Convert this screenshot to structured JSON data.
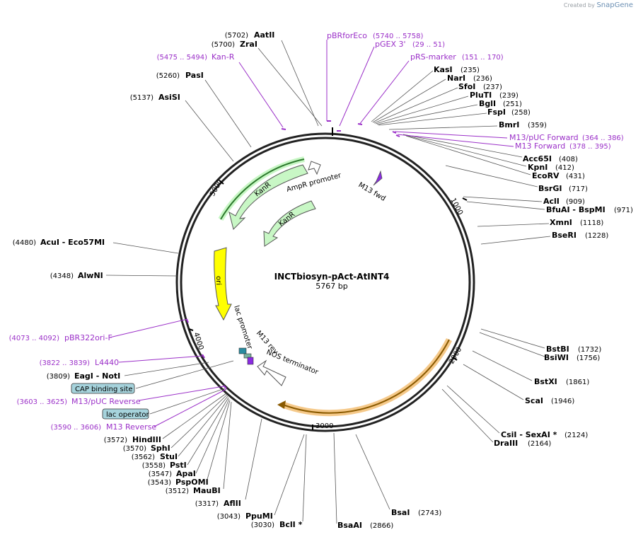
{
  "brand": {
    "created_by": "Created by",
    "product": "SnapGene"
  },
  "plasmid": {
    "name": "INCTbiosyn-pAct-AtINT4",
    "length": 5767,
    "length_label": "5767 bp"
  },
  "colors": {
    "enzyme": "#000000",
    "primer": "#9b30c8",
    "kanr": "#c8f7c5",
    "kanr_edge": "#2d7a2d",
    "ori": "#ffff00",
    "promoter": "#ffffff",
    "feature_box": "#a6d3dc",
    "orange": "#f0b060"
  },
  "ticks": [
    "1000",
    "2000",
    "3000",
    "4000",
    "5000"
  ],
  "enzymes": [
    {
      "name": "AatII",
      "pos": "(5702)"
    },
    {
      "name": "ZraI",
      "pos": "(5700)"
    },
    {
      "name": "PasI",
      "pos": "(5260)"
    },
    {
      "name": "AsiSI",
      "pos": "(5137)"
    },
    {
      "name": "KasI",
      "pos": "(235)"
    },
    {
      "name": "NarI",
      "pos": "(236)"
    },
    {
      "name": "SfoI",
      "pos": "(237)"
    },
    {
      "name": "PluTI",
      "pos": "(239)"
    },
    {
      "name": "BglI",
      "pos": "(251)"
    },
    {
      "name": "FspI",
      "pos": "(258)"
    },
    {
      "name": "BmrI",
      "pos": "(359)"
    },
    {
      "name": "Acc65I",
      "pos": "(408)"
    },
    {
      "name": "KpnI",
      "pos": "(412)"
    },
    {
      "name": "EcoRV",
      "pos": "(431)"
    },
    {
      "name": "BsrGI",
      "pos": "(717)"
    },
    {
      "name": "AclI",
      "pos": "(909)"
    },
    {
      "name": "BfuAI  - BspMI",
      "pos": "(971)"
    },
    {
      "name": "XmnI",
      "pos": "(1118)"
    },
    {
      "name": "BseRI",
      "pos": "(1228)"
    },
    {
      "name": "AcuI  - Eco57MI",
      "pos": "(4480)"
    },
    {
      "name": "AlwNI",
      "pos": "(4348)"
    },
    {
      "name": "BstBI",
      "pos": "(1732)"
    },
    {
      "name": "BsiWI",
      "pos": "(1756)"
    },
    {
      "name": "BstXI",
      "pos": "(1861)"
    },
    {
      "name": "ScaI",
      "pos": "(1946)"
    },
    {
      "name": "CsiI  - SexAI *",
      "pos": "(2124)"
    },
    {
      "name": "DraIII",
      "pos": "(2164)"
    },
    {
      "name": "EagI  - NotI",
      "pos": "(3809)"
    },
    {
      "name": "HindIII",
      "pos": "(3572)"
    },
    {
      "name": "SphI",
      "pos": "(3570)"
    },
    {
      "name": "StuI",
      "pos": "(3562)"
    },
    {
      "name": "PstI",
      "pos": "(3558)"
    },
    {
      "name": "ApaI",
      "pos": "(3547)"
    },
    {
      "name": "PspOMI",
      "pos": "(3543)"
    },
    {
      "name": "MauBI",
      "pos": "(3512)"
    },
    {
      "name": "AflII",
      "pos": "(3317)"
    },
    {
      "name": "PpuMI",
      "pos": "(3043)"
    },
    {
      "name": "BclI *",
      "pos": "(3030)"
    },
    {
      "name": "BsaAI",
      "pos": "(2866)"
    },
    {
      "name": "BsaI",
      "pos": "(2743)"
    }
  ],
  "primers": [
    {
      "name": "pBRforEco",
      "pos": "(5740 .. 5758)"
    },
    {
      "name": "pGEX 3'",
      "pos": "(29 .. 51)"
    },
    {
      "name": "pRS-marker",
      "pos": "(151 .. 170)"
    },
    {
      "name": "Kan-R",
      "pos": "(5475 .. 5494)"
    },
    {
      "name": "M13/pUC Forward",
      "pos": "(364 .. 386)"
    },
    {
      "name": "M13 Forward",
      "pos": "(378 .. 395)"
    },
    {
      "name": "pBR322ori-F",
      "pos": "(4073 .. 4092)"
    },
    {
      "name": "L4440",
      "pos": "(3822 .. 3839)"
    },
    {
      "name": "M13/pUC Reverse",
      "pos": "(3603 .. 3625)"
    },
    {
      "name": "M13 Reverse",
      "pos": "(3590 .. 3606)"
    }
  ],
  "boxed_features": [
    {
      "name": "CAP binding site"
    },
    {
      "name": "lac operator"
    }
  ],
  "inner_features": {
    "kanr_outer": "KanR",
    "kanr_inner": "KanR",
    "ampr_promoter": "AmpR promoter",
    "m13_fwd": "M13 fwd",
    "ori": "ori",
    "lac_promoter": "lac promoter",
    "m13_rev": "M13 rev",
    "nos_terminator": "NOS terminator"
  }
}
